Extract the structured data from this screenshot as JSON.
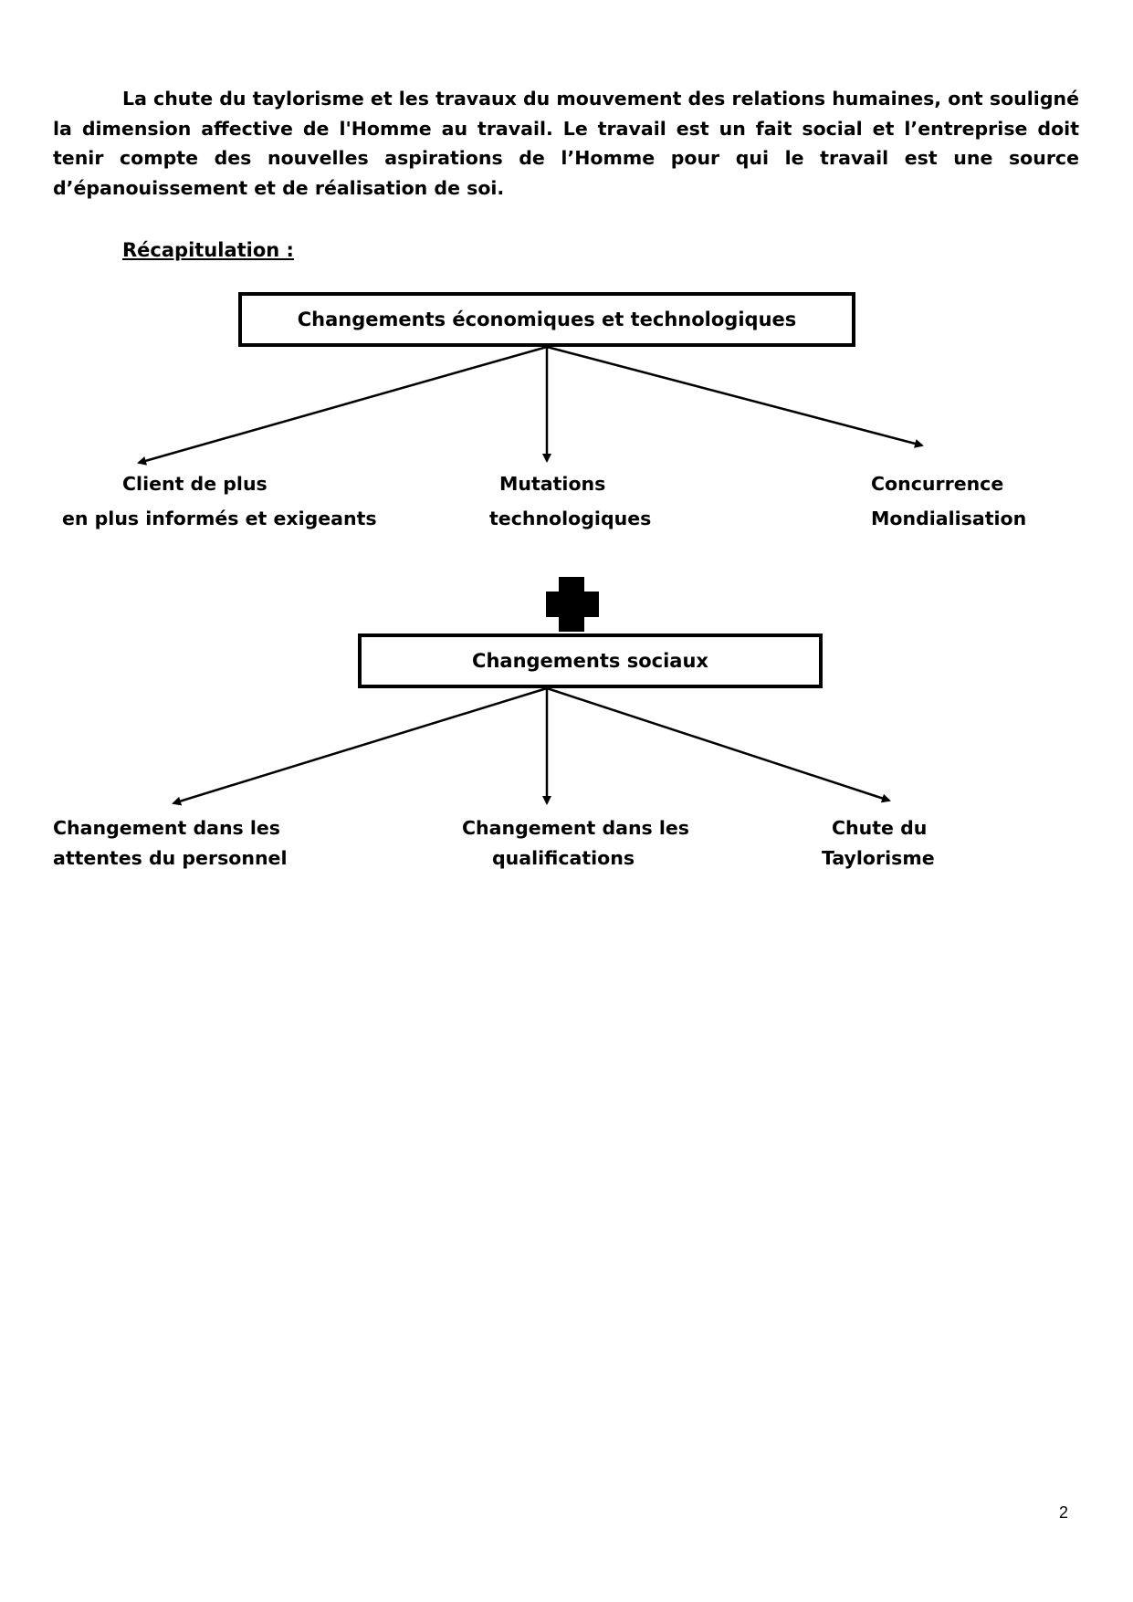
{
  "paragraph": "La chute du taylorisme et les travaux du mouvement des relations humaines, ont souligné la dimension affective de l'Homme au travail. Le travail est un fait social et l’entreprise doit tenir compte des nouvelles aspirations de l’Homme pour qui le travail est une source d’épanouissement et de réalisation de soi.",
  "heading": "Récapitulation :",
  "diagram": {
    "top_box": "Changements économiques et technologiques",
    "top_children": [
      {
        "line1": "Client de plus",
        "line2": "en plus informés et exigeants"
      },
      {
        "line1": "Mutations",
        "line2": "technologiques"
      },
      {
        "line1": "Concurrence",
        "line2": "Mondialisation"
      }
    ],
    "plus_symbol": "plus-icon",
    "bottom_box": "Changements sociaux",
    "bottom_children": [
      {
        "line1": "Changement dans les",
        "line2": "attentes du personnel"
      },
      {
        "line1": "Changement dans les",
        "line2": "qualifications"
      },
      {
        "line1": "Chute du",
        "line2": "Taylorisme"
      }
    ]
  },
  "page_number": "2"
}
